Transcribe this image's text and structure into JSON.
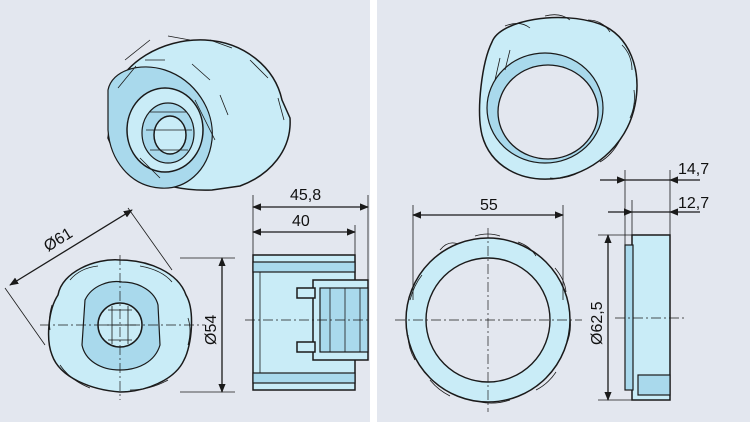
{
  "left_panel": {
    "dims": {
      "diameter_outer": "Ø61",
      "diameter_inner": "Ø54",
      "length_total": "45,8",
      "length_body": "40"
    }
  },
  "right_panel": {
    "dims": {
      "width_ring": "55",
      "diameter_ring": "Ø62,5",
      "thickness_total": "14,7",
      "thickness_body": "12,7"
    }
  },
  "colors": {
    "background": "#e3e7ef",
    "part_fill": "#c9ecf7",
    "line": "#1a1a1a"
  }
}
